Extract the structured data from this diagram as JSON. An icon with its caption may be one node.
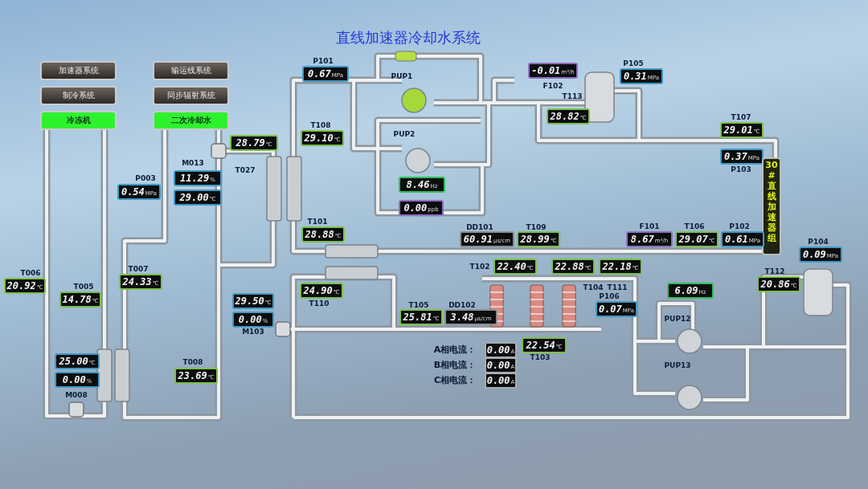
{
  "diagram": {
    "title": "直线加速器冷却水系统",
    "nodes": [
      {
        "text": [
          "加速器系统"
        ]
      },
      {
        "text": [
          "制冷系统"
        ]
      },
      {
        "text": [
          "冷冻机"
        ]
      },
      {
        "text": [
          "输运线系统"
        ]
      },
      {
        "text": [
          "同步辐射系统"
        ]
      },
      {
        "text": [
          "二次冷却水"
        ]
      },
      {
        "text": [
          "28.79",
          "℃"
        ],
        "beside": [
          "T027"
        ]
      },
      {
        "text": [
          "0.54",
          "MPa"
        ],
        "beside": [
          "P003"
        ]
      },
      {
        "text": [
          "11.29",
          "%"
        ],
        "beside": [
          "M013"
        ]
      },
      {
        "text": [
          "29.00",
          "℃"
        ]
      },
      {
        "text": [
          "20.92",
          "℃"
        ],
        "beside": [
          "T006"
        ]
      },
      {
        "text": [
          "14.78",
          "℃"
        ],
        "beside": [
          "T005"
        ]
      },
      {
        "text": [
          "24.33",
          "℃"
        ],
        "beside": [
          "T007"
        ]
      },
      {
        "text": [
          "25.00",
          "℃"
        ]
      },
      {
        "text": [
          "0.00",
          "%"
        ],
        "beside": [
          "M008"
        ]
      },
      {
        "text": [
          "23.69",
          "℃"
        ],
        "beside": [
          "T008"
        ]
      },
      {
        "text": [
          "29.50",
          "℃"
        ]
      },
      {
        "text": [
          "0.00",
          "%"
        ],
        "beside": [
          "M103"
        ]
      },
      {
        "text": [
          "0.67",
          "MPa"
        ],
        "beside": [
          "P101"
        ]
      },
      {
        "text": [
          "29.10",
          "℃"
        ],
        "beside": [
          "T108"
        ]
      },
      {
        "text": [
          "28.88",
          "℃"
        ],
        "beside": [
          "T101"
        ]
      },
      {
        "text": [
          "24.90",
          "℃"
        ],
        "beside": [
          "T110"
        ]
      },
      {
        "text": [
          "25.81",
          "℃"
        ],
        "beside": [
          "T105"
        ]
      },
      {
        "text": [
          "3.48",
          "μs/cm"
        ],
        "beside": [
          "DD102"
        ]
      },
      {
        "text": [
          "60.91",
          "μs/cm"
        ],
        "beside": [
          "DD101"
        ]
      },
      {
        "text": [
          "28.99",
          "℃"
        ],
        "beside": [
          "T109"
        ]
      },
      {
        "text": [
          "22.40",
          "℃"
        ],
        "beside": [
          "T102"
        ]
      },
      {
        "text": [
          "22.88",
          "℃"
        ],
        "beside": [
          "T104"
        ]
      },
      {
        "text": [
          "22.18",
          "℃"
        ],
        "beside": [
          "T111"
        ]
      },
      {
        "text": [
          "22.54",
          "℃"
        ],
        "beside": [
          "T103"
        ]
      },
      {
        "text": [
          "0.00",
          "A"
        ],
        "beside": [
          "A相电流："
        ]
      },
      {
        "text": [
          "0.00",
          "A"
        ],
        "beside": [
          "B相电流："
        ]
      },
      {
        "text": [
          "0.00",
          "A"
        ],
        "beside": [
          "C相电流："
        ]
      },
      {
        "text": [
          "0.07",
          "MPa"
        ],
        "beside": [
          "P106"
        ]
      },
      {
        "text": [
          "8.46",
          "Hz"
        ]
      },
      {
        "text": [
          "0.00",
          "ppb"
        ]
      },
      {
        "text": [
          "-0.01",
          "m³/h"
        ],
        "beside": [
          "F102"
        ]
      },
      {
        "text": [
          "28.82",
          "℃"
        ],
        "beside": [
          "T113"
        ]
      },
      {
        "text": [
          "0.31",
          "MPa"
        ],
        "beside": [
          "P105"
        ]
      },
      {
        "text": [
          "29.01",
          "℃"
        ],
        "beside": [
          "T107"
        ]
      },
      {
        "text": [
          "0.37",
          "MPa"
        ],
        "beside": [
          "P103"
        ]
      },
      {
        "text": [
          "30#直线加速器组"
        ]
      },
      {
        "text": [
          "8.67",
          "m³/h"
        ],
        "beside": [
          "F101"
        ]
      },
      {
        "text": [
          "29.07",
          "℃"
        ],
        "beside": [
          "T106"
        ]
      },
      {
        "text": [
          "0.61",
          "MPa"
        ],
        "beside": [
          "P102"
        ]
      },
      {
        "text": [
          "0.09",
          "MPa"
        ],
        "beside": [
          "P104"
        ]
      },
      {
        "text": [
          "20.86",
          "℃"
        ],
        "beside": [
          "T112"
        ]
      },
      {
        "text": [
          "6.09",
          "Hz"
        ]
      }
    ],
    "labels": [
      "PUP1",
      "PUP2",
      "PUP12",
      "PUP13"
    ]
  }
}
